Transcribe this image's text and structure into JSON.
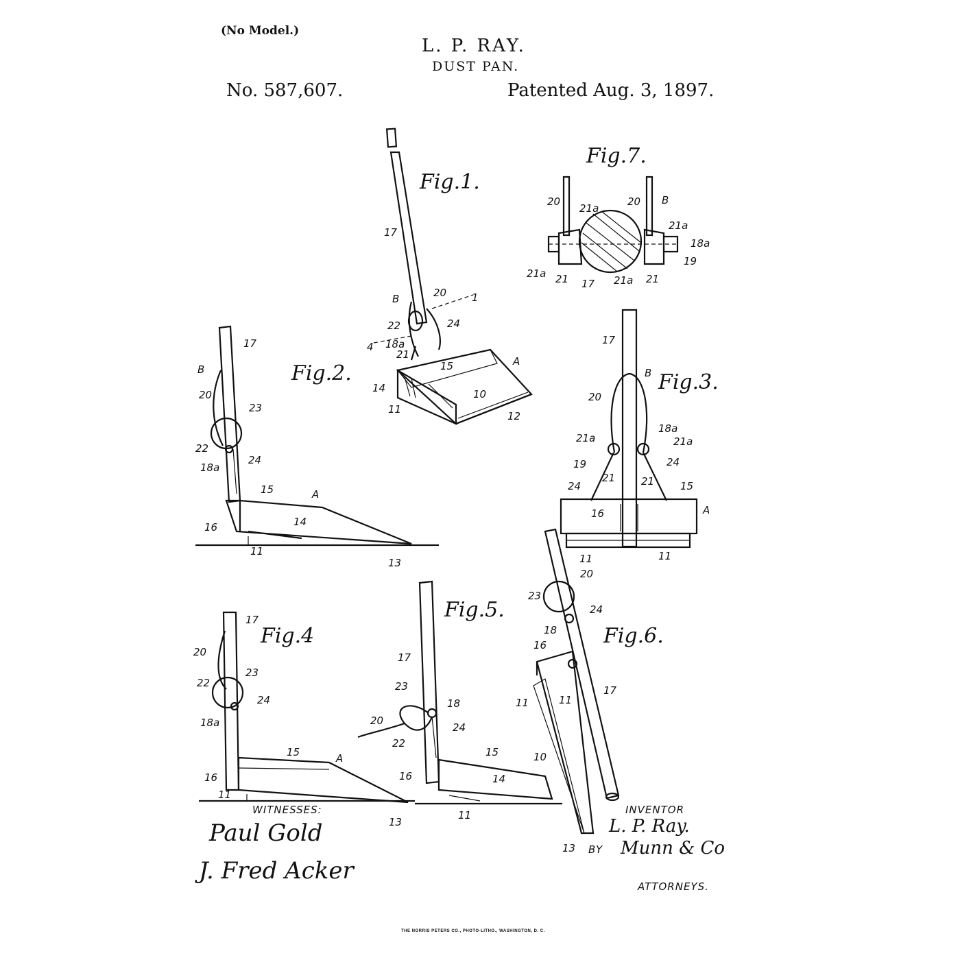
{
  "header": {
    "model_note": "(No Model.)",
    "inventor": "L. P. RAY.",
    "title": "DUST PAN.",
    "patent_number": "No. 587,607.",
    "patent_date": "Patented Aug. 3, 1897."
  },
  "figures": {
    "fig1": "Fig.1.",
    "fig2": "Fig.2.",
    "fig3": "Fig.3.",
    "fig4": "Fig.4",
    "fig5": "Fig.5.",
    "fig6": "Fig.6.",
    "fig7": "Fig.7."
  },
  "references": {
    "fig1": [
      "17",
      "B",
      "20",
      "1",
      "22",
      "24",
      "4",
      "18a",
      "21",
      "15",
      "14",
      "10",
      "A",
      "11",
      "12"
    ],
    "fig2": [
      "17",
      "B",
      "20",
      "23",
      "22",
      "18a",
      "24",
      "15",
      "A",
      "16",
      "14",
      "11",
      "13"
    ],
    "fig3": [
      "17",
      "B",
      "20",
      "21a",
      "18a",
      "21a",
      "19",
      "21",
      "21",
      "24",
      "24",
      "15",
      "A",
      "16",
      "11",
      "11"
    ],
    "fig4": [
      "17",
      "20",
      "23",
      "22",
      "24",
      "18a",
      "15",
      "A",
      "16",
      "11",
      "13"
    ],
    "fig5": [
      "17",
      "23",
      "18",
      "20",
      "22",
      "24",
      "15",
      "16",
      "14",
      "11"
    ],
    "fig6": [
      "23",
      "20",
      "24",
      "18",
      "16",
      "11",
      "11",
      "17",
      "10",
      "13"
    ],
    "fig7": [
      "20",
      "21a",
      "20",
      "B",
      "21a",
      "18a",
      "19",
      "21a",
      "21",
      "17",
      "21a",
      "21"
    ]
  },
  "footer": {
    "witnesses_label": "WITNESSES:",
    "inventor_label": "INVENTOR",
    "inventor_signature": "L. P. Ray.",
    "by_label": "BY",
    "attorney_signature": "Munn & Co",
    "attorneys_label": "ATTORNEYS.",
    "witness_1": "Paul Gold",
    "witness_2": "J. Fred Acker",
    "printer": "THE NORRIS PETERS CO., PHOTO-LITHO., WASHINGTON, D. C."
  }
}
